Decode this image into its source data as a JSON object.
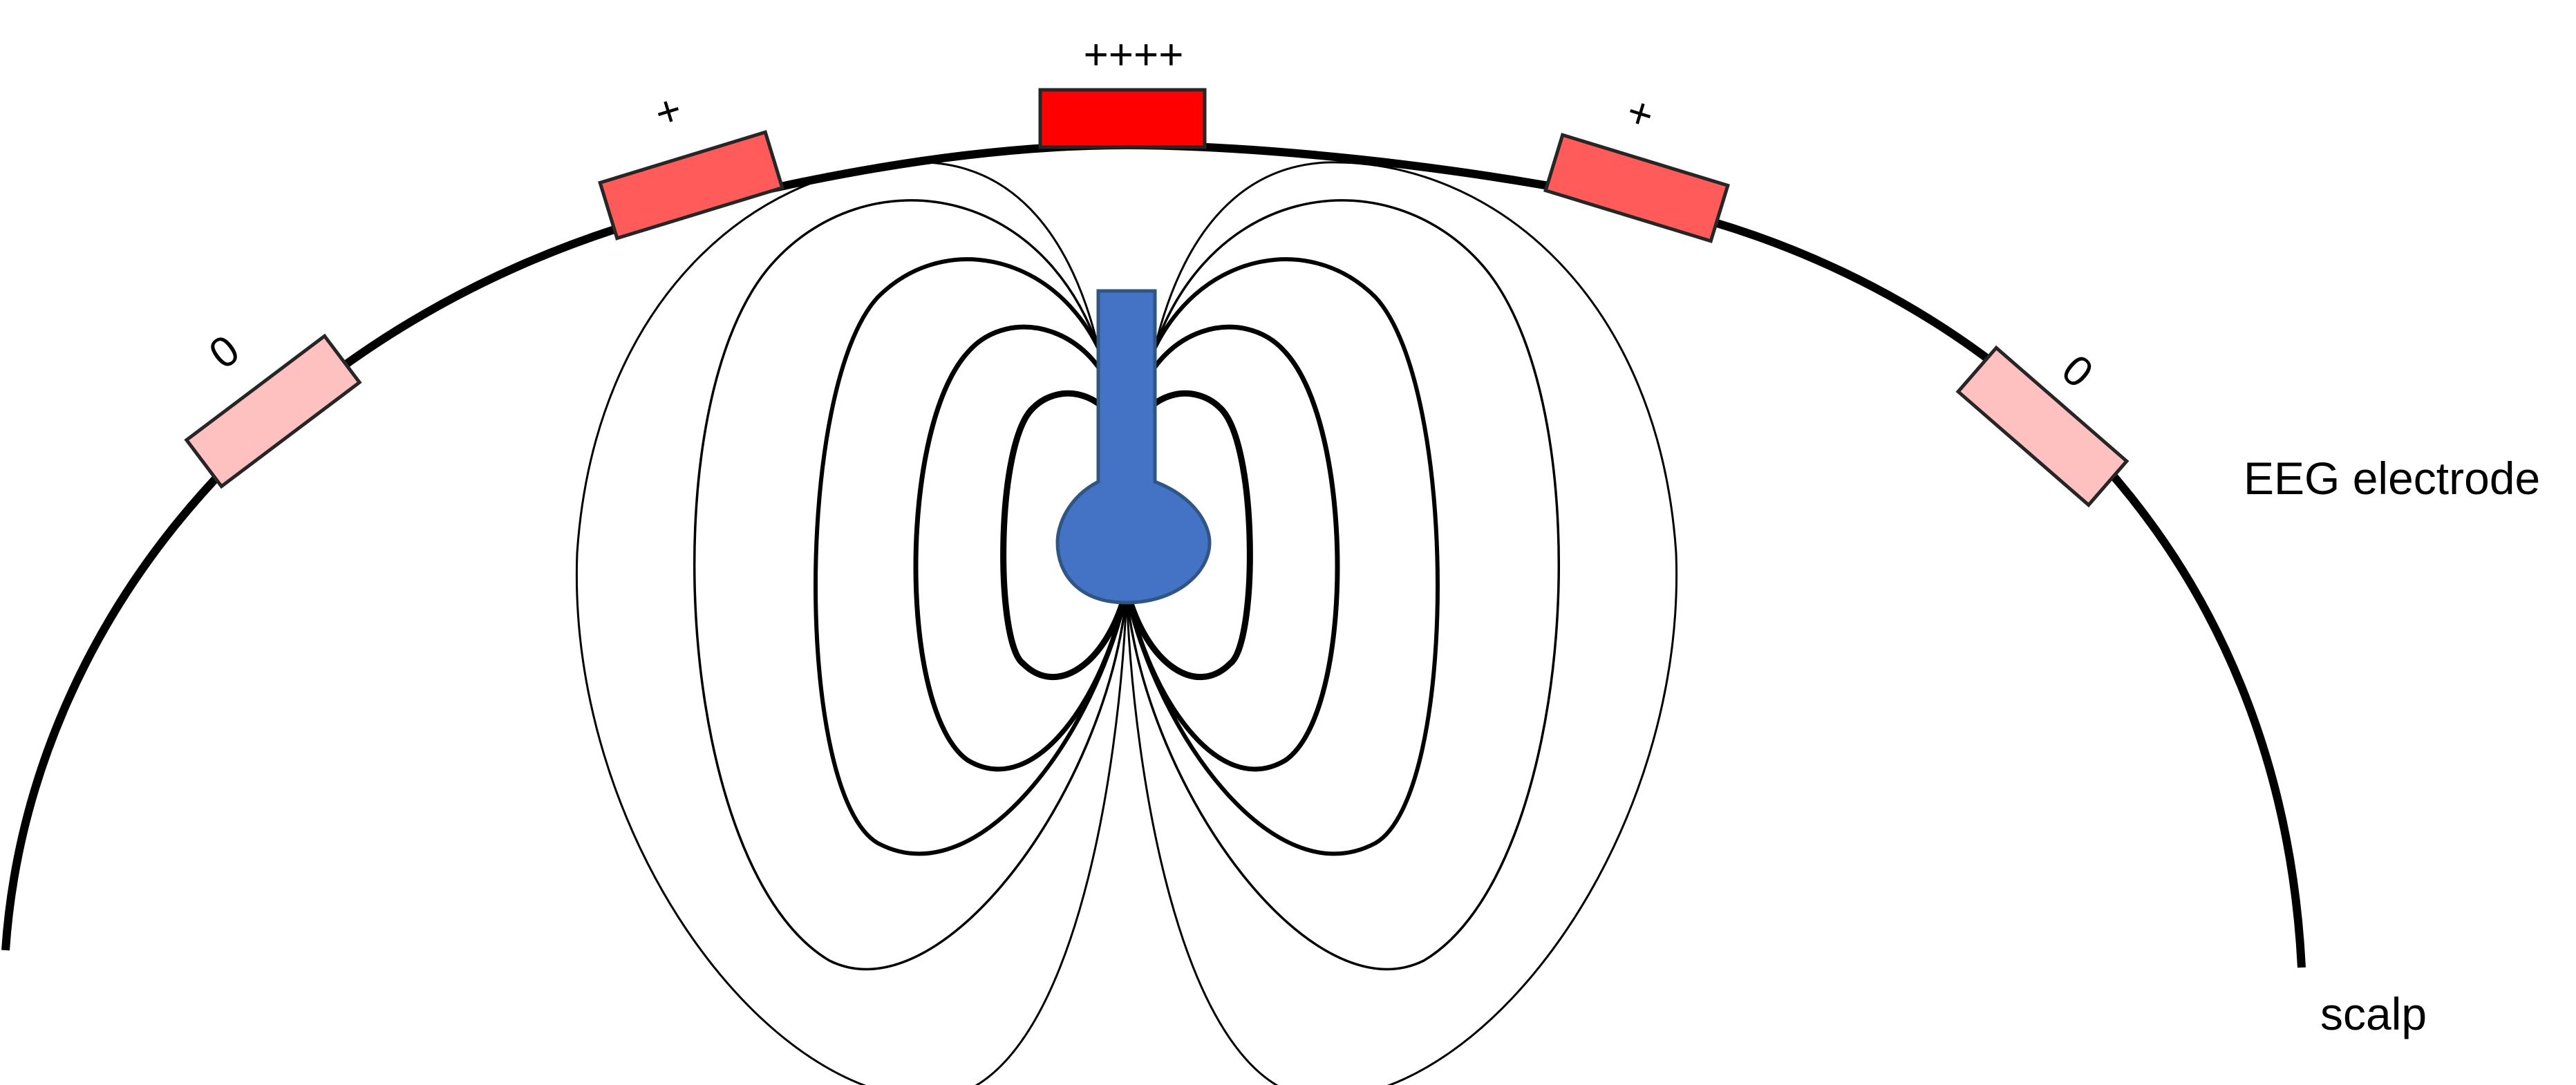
{
  "diagram": {
    "type": "EEG dipole field illustration",
    "labels": {
      "electrode": "EEG electrode",
      "scalp": "scalp"
    },
    "electrodes": [
      {
        "id": "far-left",
        "charge": "0",
        "fill": "#FFC0C0"
      },
      {
        "id": "left",
        "charge": "+",
        "fill": "#FF5B5B"
      },
      {
        "id": "center",
        "charge": "++++",
        "fill": "#FF0000"
      },
      {
        "id": "right",
        "charge": "+",
        "fill": "#FF5B5B"
      },
      {
        "id": "far-right",
        "charge": "0",
        "fill": "#FFC0C0"
      }
    ],
    "neuron": {
      "fill": "#4472C4",
      "stroke": "#2F5583"
    },
    "colors": {
      "scalp_line": "#000000",
      "field_lines": "#000000",
      "electrode_border": "#262626"
    }
  }
}
